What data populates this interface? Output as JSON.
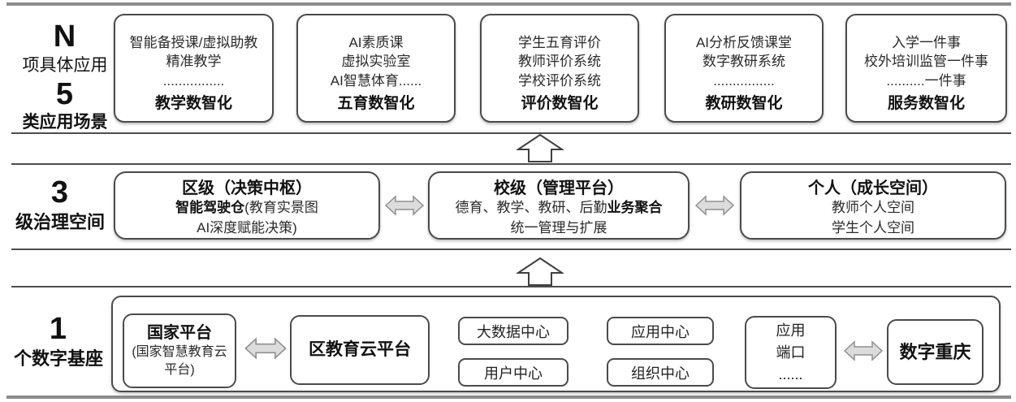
{
  "top_band": {
    "label": {
      "num1": "N",
      "text1": "项具体应用",
      "num2": "5",
      "text2": "类应用场景"
    },
    "boxes": [
      {
        "line1": "智能备授课/虚拟助教",
        "line2": "精准教学",
        "line3": "................",
        "title": "教学数智化"
      },
      {
        "line1": "AI素质课",
        "line2": "虚拟实验室",
        "line3": "AI智慧体育......",
        "title": "五育数智化"
      },
      {
        "line1": "学生五育评价",
        "line2": "教师评价系统",
        "line3": "学校评价系统",
        "title": "评价数智化"
      },
      {
        "line1": "AI分析反馈课堂",
        "line2": "数字教研系统",
        "line3": "................",
        "title": "教研数智化"
      },
      {
        "line1": "入学一件事",
        "line2": "校外培训监管一件事",
        "line3": "..........一件事",
        "title": "服务数智化"
      }
    ]
  },
  "middle_band": {
    "label": {
      "num": "3",
      "text": "级治理空间"
    },
    "district_box": {
      "title": "区级（决策中枢）",
      "line1_bold": "智能驾驶仓",
      "line1_rest": "(教育实景图",
      "line2": "AI深度赋能决策)"
    },
    "school_box": {
      "title": "校级（管理平台）",
      "line1_plain": "德育、教学、教研、后勤",
      "line1_bold": "业务聚合",
      "line2": "统一管理与扩展"
    },
    "personal_box": {
      "title": "个人（成长空间）",
      "line1": "教师个人空间",
      "line2": "学生个人空间"
    }
  },
  "bottom_band": {
    "label": {
      "num": "1",
      "text": "个数字基座"
    },
    "national_box": {
      "title": "国家平台",
      "sub_line1": "(国家智慧教育云",
      "sub_line2": "平台)"
    },
    "district_cloud_box": {
      "title": "区教育云平台"
    },
    "center_boxes": [
      "大数据中心",
      "用户中心",
      "应用中心",
      "组织中心"
    ],
    "port_box": {
      "line1": "应用",
      "line2": "端口",
      "line3": "......"
    },
    "digital_cq_box": {
      "title": "数字重庆"
    }
  },
  "colors": {
    "box_border": "#4b4b4b",
    "thick_line": "#8c8c8c",
    "thin_line": "#4d4d4d",
    "arrow_fill": "#dcdcdc",
    "arrow_stroke": "#909090",
    "text": "#1f1f1f"
  }
}
